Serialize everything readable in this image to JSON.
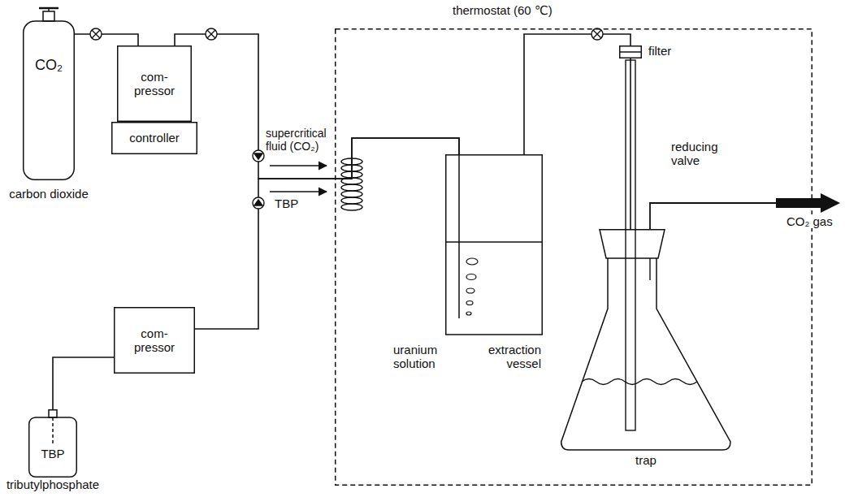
{
  "diagram": {
    "nodes": [
      {
        "text": [
          "thermostat (60 ℃)"
        ]
      },
      {
        "text": [
          "CO₂",
          "carbon dioxide"
        ]
      },
      {
        "text": [
          "com- pressor"
        ]
      },
      {
        "text": [
          "controller"
        ]
      },
      {
        "text": [
          "TBP",
          "tributylphosphate"
        ]
      },
      {
        "text": [
          "com- pressor"
        ]
      },
      {
        "text": [
          "extraction vessel"
        ],
        "in": 0
      },
      {
        "text": [
          "trap"
        ],
        "in": 0
      },
      {
        "text": [
          "filter"
        ],
        "in": 0
      }
    ],
    "edges": [
      {
        "from": 1,
        "to": 2,
        "arrow": "none"
      },
      {
        "from": 2,
        "to": 6,
        "arrow": "none"
      },
      {
        "from": 4,
        "to": 5,
        "arrow": "none"
      },
      {
        "from": 5,
        "to": 6,
        "arrow": "none"
      },
      {
        "from": 6,
        "to": 8,
        "arrow": "none"
      },
      {
        "from": 8,
        "to": 7,
        "arrow": "none"
      }
    ],
    "labels": [
      "supercritical fluid (CO₂)",
      "TBP",
      "uranium solution",
      "reducing valve",
      "CO₂ gas"
    ]
  }
}
